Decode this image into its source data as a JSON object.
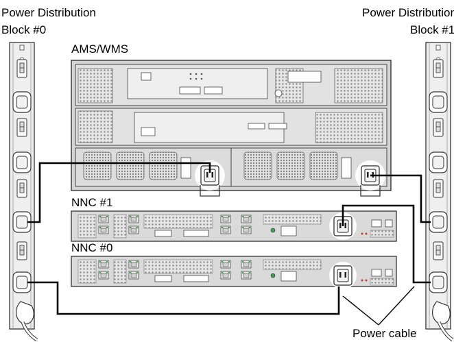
{
  "labels": {
    "pdb0_line1": "Power Distribution",
    "pdb0_line2": "Block #0",
    "pdb1_line1": "Power Distribution",
    "pdb1_line2": "Block #1",
    "ams_wms": "AMS/WMS",
    "nnc1": "NNC #1",
    "nnc0": "NNC #0",
    "power_cable": "Power cable"
  },
  "colors": {
    "cable": "#000000",
    "device_fill": "#d9d9d9",
    "device_stroke": "#4d4d4d",
    "pdb_fill": "#ececec",
    "highlight": "#ffffff",
    "port_led_green": "#3fa34d",
    "port_led_red": "#c0392b"
  },
  "icons": [
    "power-outlet-icon",
    "circuit-breaker-icon",
    "power-inlet-icon",
    "rj45-port-icon",
    "fan-grille-icon"
  ]
}
